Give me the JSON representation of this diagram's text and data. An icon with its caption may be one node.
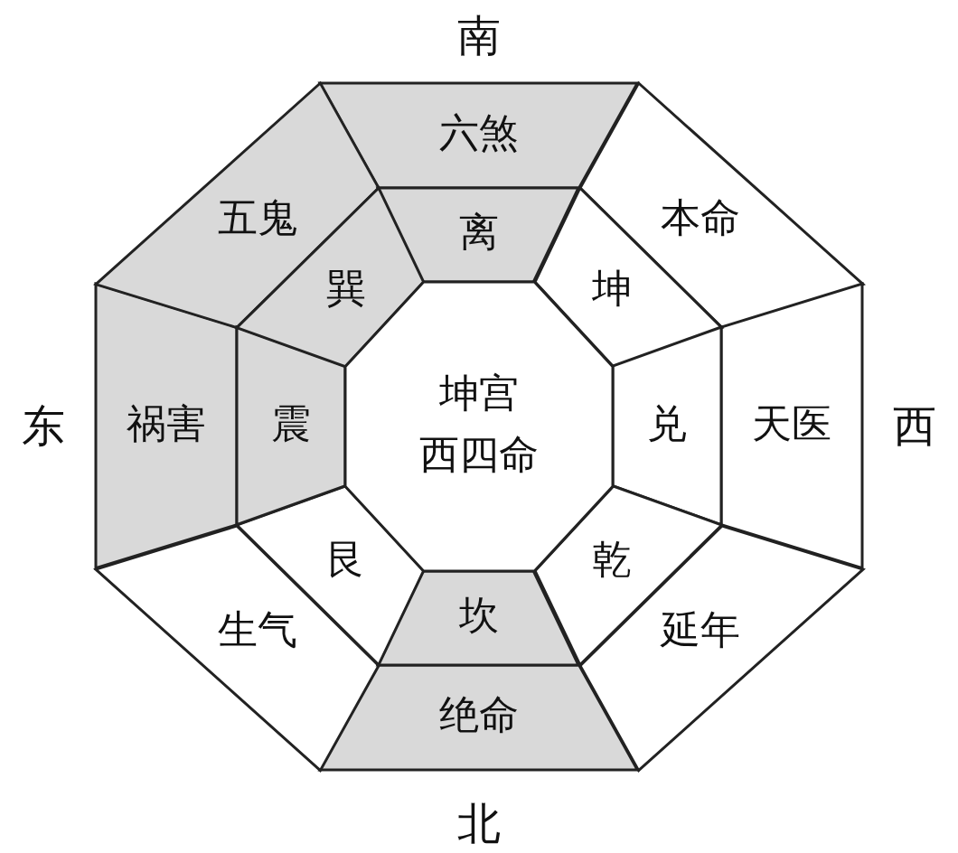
{
  "diagram": {
    "nodes": [
      {
        "text": [
          "六煞"
        ]
      },
      {
        "text": [
          "本命"
        ]
      },
      {
        "text": [
          "天医"
        ]
      },
      {
        "text": [
          "延年"
        ]
      },
      {
        "text": [
          "绝命"
        ]
      },
      {
        "text": [
          "生气"
        ]
      },
      {
        "text": [
          "祸害"
        ]
      },
      {
        "text": [
          "五鬼"
        ]
      },
      {
        "text": [
          "离"
        ]
      },
      {
        "text": [
          "坤"
        ]
      },
      {
        "text": [
          "兑"
        ]
      },
      {
        "text": [
          "乾"
        ]
      },
      {
        "text": [
          "坎"
        ]
      },
      {
        "text": [
          "艮"
        ]
      },
      {
        "text": [
          "震"
        ]
      },
      {
        "text": [
          "巽"
        ]
      },
      {
        "text": [
          "坤宫",
          "西四命"
        ]
      }
    ],
    "edges": [],
    "labels": [
      "南",
      "东",
      "西",
      "北"
    ]
  }
}
